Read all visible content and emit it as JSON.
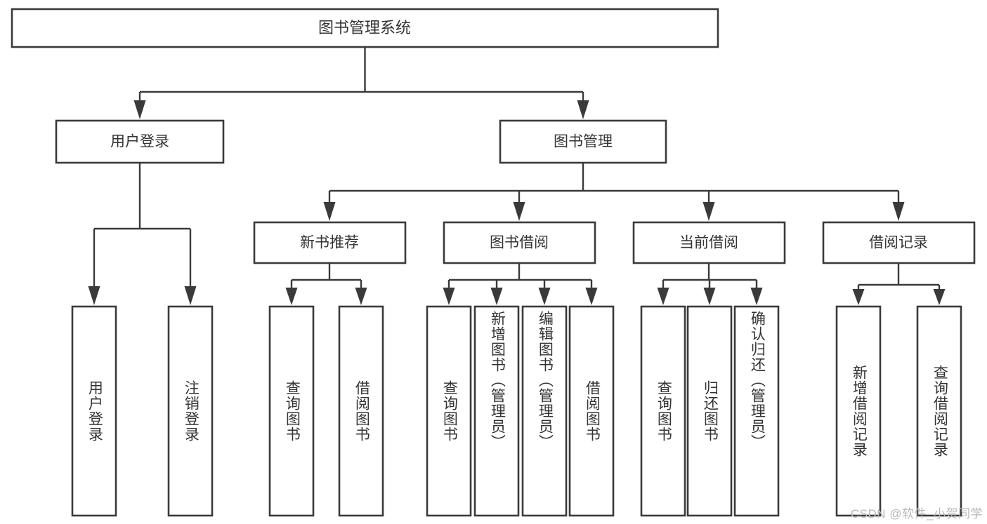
{
  "diagram": {
    "type": "tree-hierarchy",
    "title": "图书管理系统",
    "watermark": "CSDN @软件_小贺同学",
    "colors": {
      "stroke": "#3a3a3a",
      "box_fill": "#ffffff",
      "text": "#333333",
      "background": "#ffffff",
      "watermark": "#b8b8b8"
    },
    "root": {
      "label": "图书管理系统"
    },
    "level2": [
      {
        "label": "用户登录"
      },
      {
        "label": "图书管理"
      }
    ],
    "level3": [
      {
        "label": "新书推荐"
      },
      {
        "label": "图书借阅"
      },
      {
        "label": "当前借阅"
      },
      {
        "label": "借阅记录"
      }
    ],
    "leaves": {
      "user_login": [
        {
          "label": "用户登录"
        },
        {
          "label": "注销登录"
        }
      ],
      "new_book_recommend": [
        {
          "label": "查询图书"
        },
        {
          "label": "借阅图书"
        }
      ],
      "book_borrow": [
        {
          "label": "查询图书"
        },
        {
          "label": "新增图书（管理员）"
        },
        {
          "label": "编辑图书（管理员）"
        },
        {
          "label": "借阅图书"
        }
      ],
      "current_borrow": [
        {
          "label": "查询图书"
        },
        {
          "label": "归还图书"
        },
        {
          "label": "确认归还（管理员）"
        }
      ],
      "borrow_records": [
        {
          "label": "新增借阅记录"
        },
        {
          "label": "查询借阅记录"
        }
      ]
    }
  }
}
